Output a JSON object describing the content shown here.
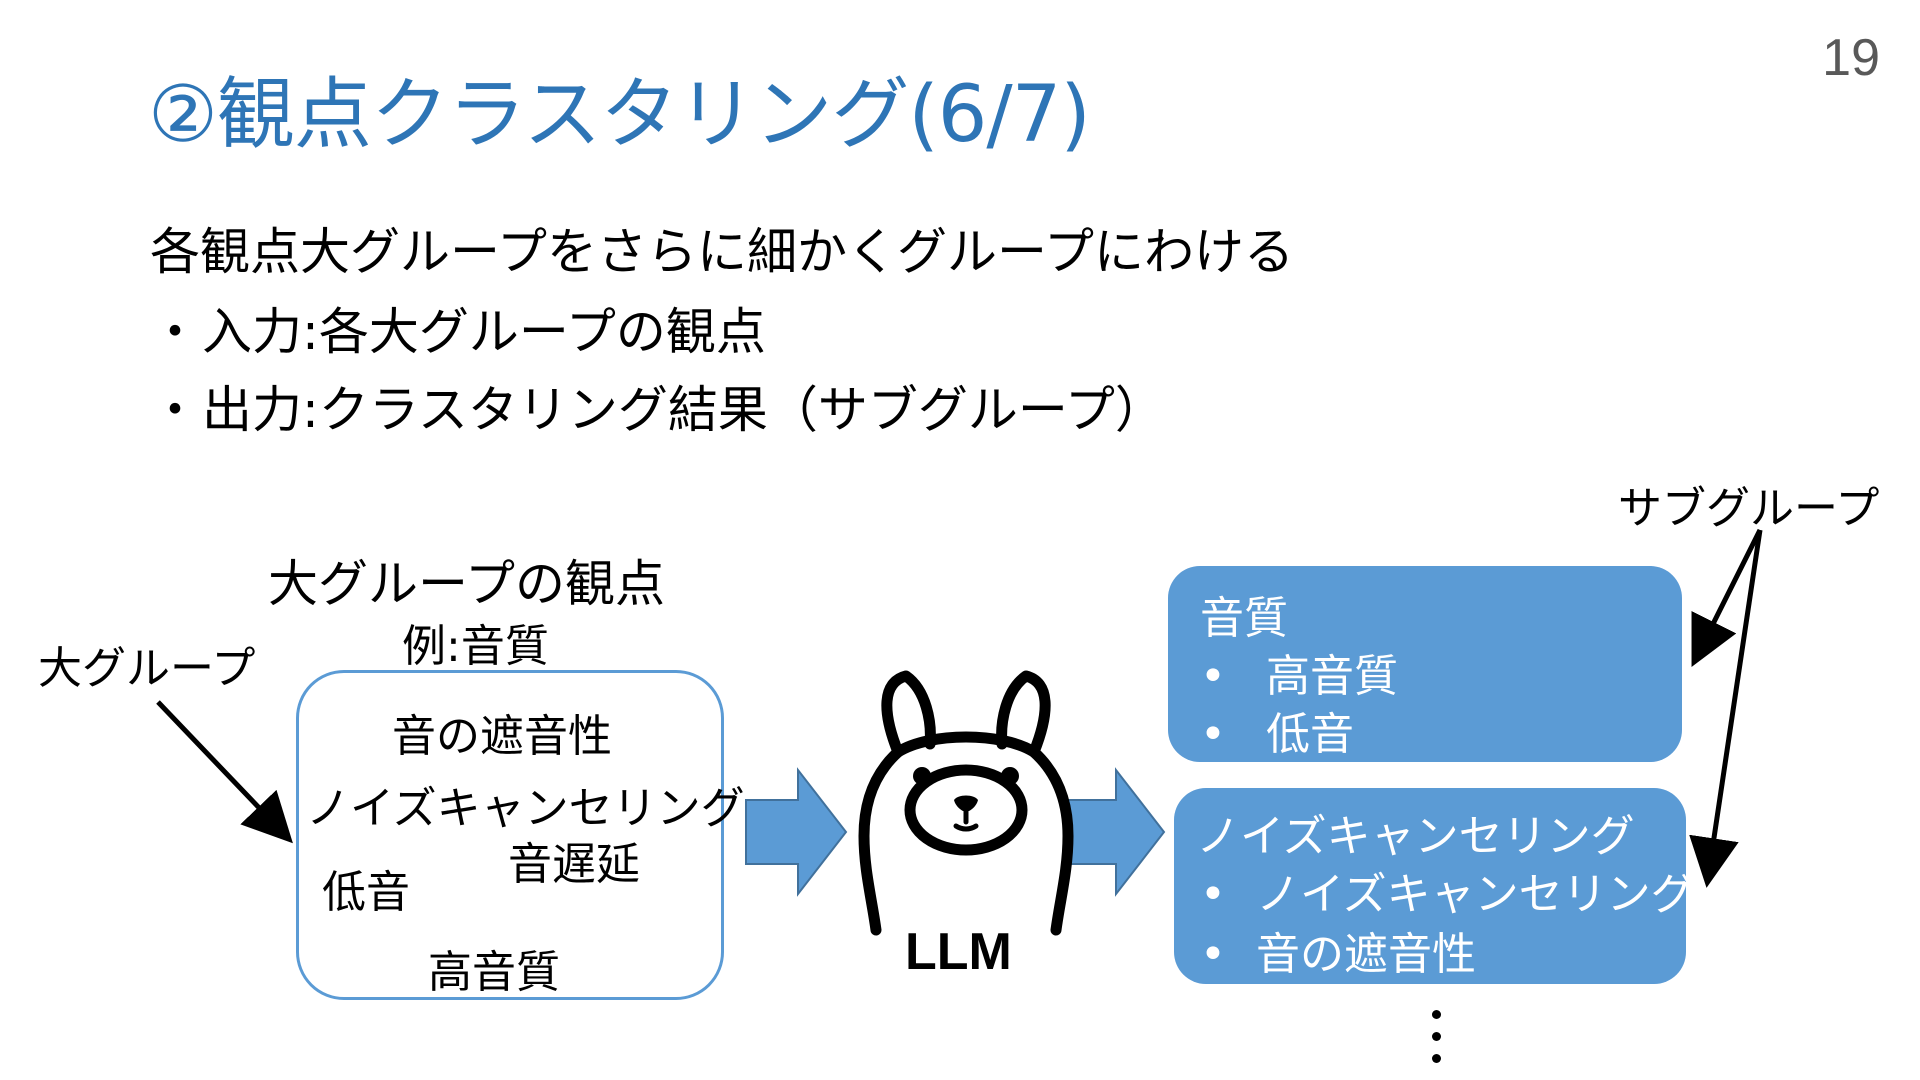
{
  "slide": {
    "page_number": "19",
    "title": "②観点クラスタリング(6/7)",
    "lead": "各観点大グループをさらに細かくグループにわける",
    "bullets": [
      {
        "dot": "・",
        "label": "入力",
        "sep": ":",
        "text": "各大グループの観点"
      },
      {
        "dot": "・",
        "label": "出力",
        "sep": ":",
        "text": "クラスタリング結果（サブグループ）"
      }
    ]
  },
  "diagram": {
    "large_group_label": "大グループ",
    "viewpoint_heading": "大グループの観点",
    "example_label": "例:音質",
    "input_items": [
      "音の遮音性",
      "ノイズキャンセリング",
      "音遅延",
      "低音",
      "高音質"
    ],
    "llm_label": "LLM",
    "subgroup_label": "サブグループ",
    "subgroups": [
      {
        "title": "音質",
        "items": [
          "高音質",
          "低音"
        ]
      },
      {
        "title": "ノイズキャンセリング",
        "items": [
          "ノイズキャンセリング",
          "音の遮音性"
        ]
      }
    ],
    "bullet_char": "•",
    "colors": {
      "accent": "#5b9bd5",
      "title": "#2e75b6",
      "arrow_fill": "#5b9bd5",
      "arrow_stroke": "#41719c"
    },
    "icons": [
      "llama-icon",
      "block-arrow-right-icon",
      "ellipsis-vertical-icon"
    ]
  }
}
